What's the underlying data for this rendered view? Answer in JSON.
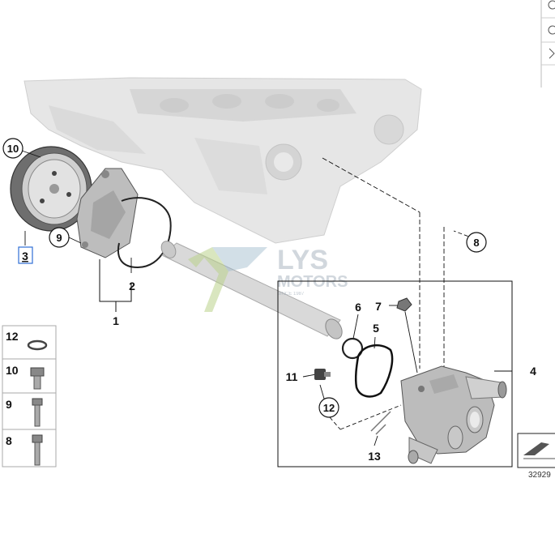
{
  "callouts": [
    {
      "id": "c1",
      "text": "1"
    },
    {
      "id": "c2",
      "text": "2"
    },
    {
      "id": "c3",
      "text": "3"
    },
    {
      "id": "c4",
      "text": "4"
    },
    {
      "id": "c5",
      "text": "5"
    },
    {
      "id": "c6",
      "text": "6"
    },
    {
      "id": "c7",
      "text": "7"
    },
    {
      "id": "c8",
      "text": "8"
    },
    {
      "id": "c9",
      "text": "9"
    },
    {
      "id": "c10",
      "text": "10"
    },
    {
      "id": "c11",
      "text": "11"
    },
    {
      "id": "c12",
      "text": "12"
    },
    {
      "id": "c13",
      "text": "13"
    }
  ],
  "legend": [
    "12",
    "10",
    "9",
    "8"
  ],
  "diagram_id": "32929",
  "watermark": {
    "brand": "LYS",
    "sub": "MOTORS",
    "tag": "SINCE 1987"
  },
  "colors": {
    "line": "#111111",
    "highlight": "#2f6fd6",
    "engine": "#e1e1e1",
    "part": "#bfbfbf",
    "watermark_green": "#b9d28a"
  }
}
